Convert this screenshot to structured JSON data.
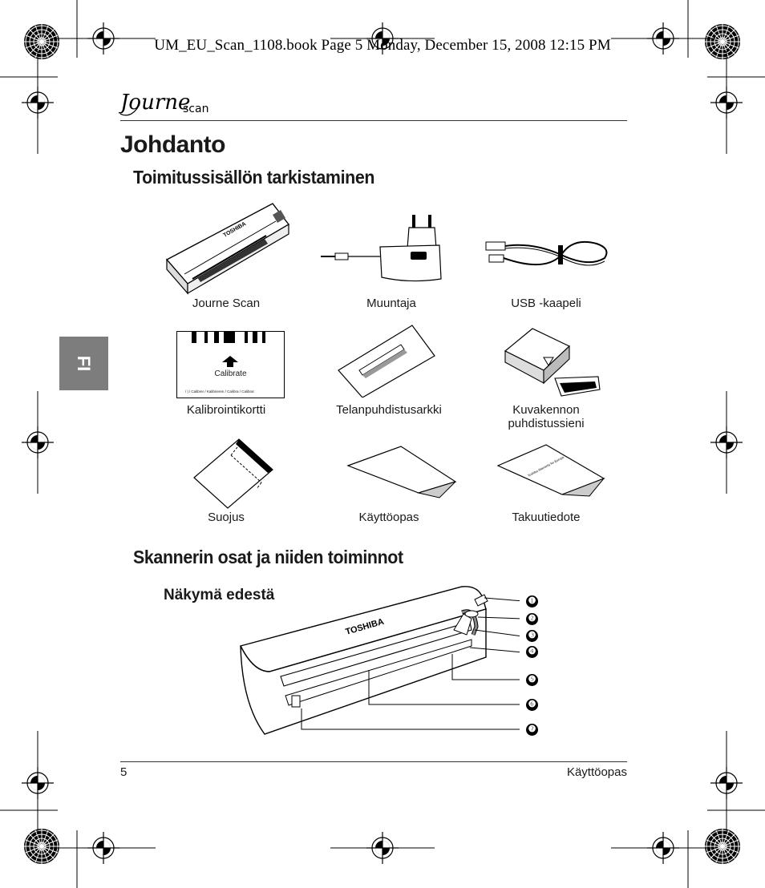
{
  "print_slug": "UM_EU_Scan_1108.book  Page 5  Monday, December 15, 2008  12:15 PM",
  "brand": {
    "script_text": "Journe",
    "sub_text": "scan"
  },
  "language_tab": "FI",
  "heading": "Johdanto",
  "section_contents": {
    "title": "Toimitussisällön tarkistaminen",
    "items": [
      {
        "label": "Journe Scan",
        "icon": "scanner-icon"
      },
      {
        "label": "Muuntaja",
        "icon": "power-adapter-icon"
      },
      {
        "label": "USB -kaapeli",
        "icon": "usb-cable-icon"
      },
      {
        "label": "Kalibrointikortti",
        "icon": "calibration-card-icon"
      },
      {
        "label": "Telanpuhdistusarkki",
        "icon": "cleaning-sheet-icon"
      },
      {
        "label": "Kuvakennon\npuhdistussieni",
        "icon": "cleaning-sponge-icon"
      },
      {
        "label": "Suojus",
        "icon": "sleeve-icon"
      },
      {
        "label": "Käyttöopas",
        "icon": "manual-icon"
      },
      {
        "label": "Takuutiedote",
        "icon": "warranty-leaflet-icon"
      }
    ],
    "calibration_card": {
      "arrow_label": "Calibrate",
      "strip_text": "/    |    / Calibrer / Kalibrieren / Calibra / Calibrar"
    },
    "warranty_leaflet_text": "Toshiba Warranty for Europe",
    "scanner_brand": "TOSHIBA"
  },
  "section_parts": {
    "title": "Skannerin osat ja niiden toiminnot",
    "subtitle": "Näkymä edestä",
    "scanner_brand": "TOSHIBA",
    "callouts": [
      "❶",
      "❷",
      "❸",
      "❹",
      "❺",
      "❻",
      "❼"
    ]
  },
  "footer": {
    "page_number": "5",
    "doc_name": "Käyttöopas"
  }
}
